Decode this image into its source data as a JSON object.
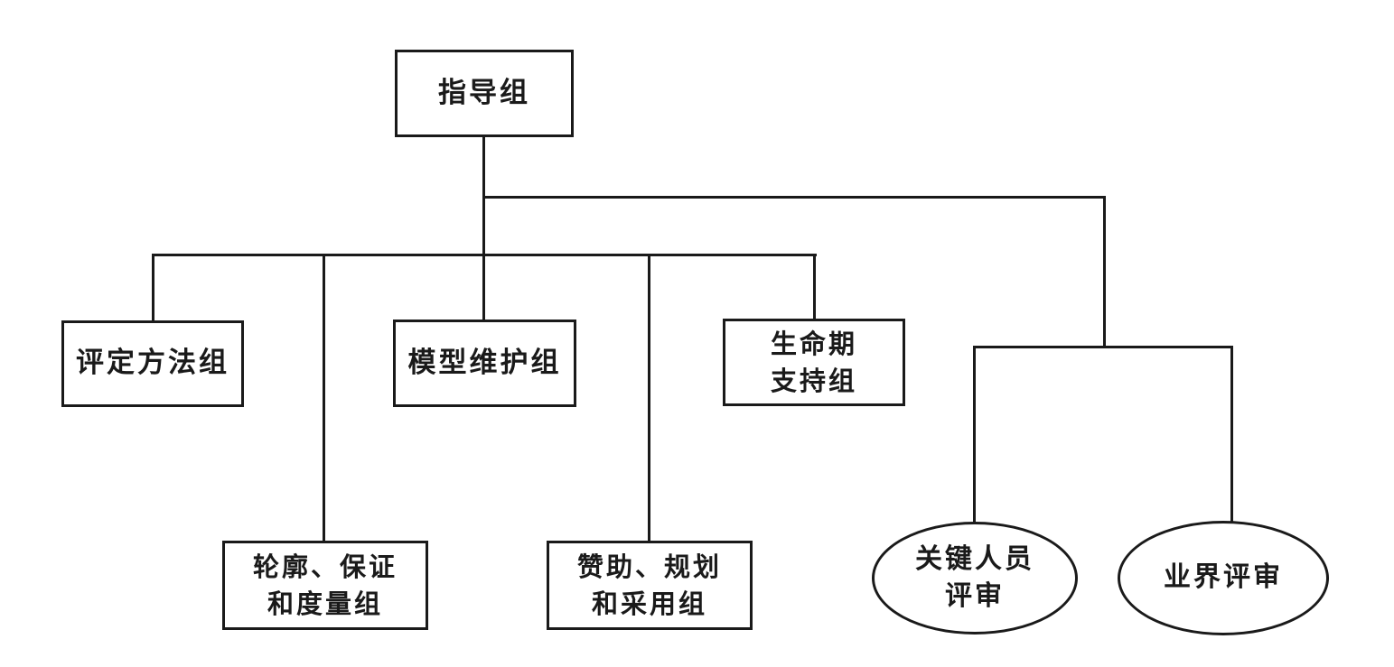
{
  "diagram_type": "organization-chart",
  "colors": {
    "line": "#1a1a1a",
    "background": "#ffffff",
    "text": "#1a1a1a"
  },
  "nodes": {
    "root": {
      "label": "指导组",
      "shape": "rectangle"
    },
    "assessment_method": {
      "label": "评定方法组",
      "shape": "rectangle"
    },
    "model_maintenance": {
      "label": "模型维护组",
      "shape": "rectangle"
    },
    "lifecycle_support": {
      "line1": "生命期",
      "line2": "支持组",
      "shape": "rectangle"
    },
    "profile_assurance": {
      "line1": "轮廓、保证",
      "line2": "和度量组",
      "shape": "rectangle"
    },
    "sponsor_planning": {
      "line1": "赞助、规划",
      "line2": "和采用组",
      "shape": "rectangle"
    },
    "key_personnel_review": {
      "line1": "关键人员",
      "line2": "评审",
      "shape": "ellipse"
    },
    "industry_review": {
      "label": "业界评审",
      "shape": "ellipse"
    }
  },
  "edges": [
    {
      "from": "root",
      "to": "assessment_method"
    },
    {
      "from": "root",
      "to": "model_maintenance"
    },
    {
      "from": "root",
      "to": "lifecycle_support"
    },
    {
      "from": "root",
      "to": "profile_assurance"
    },
    {
      "from": "root",
      "to": "sponsor_planning"
    },
    {
      "from": "root",
      "to": "key_personnel_review"
    },
    {
      "from": "root",
      "to": "industry_review"
    }
  ]
}
